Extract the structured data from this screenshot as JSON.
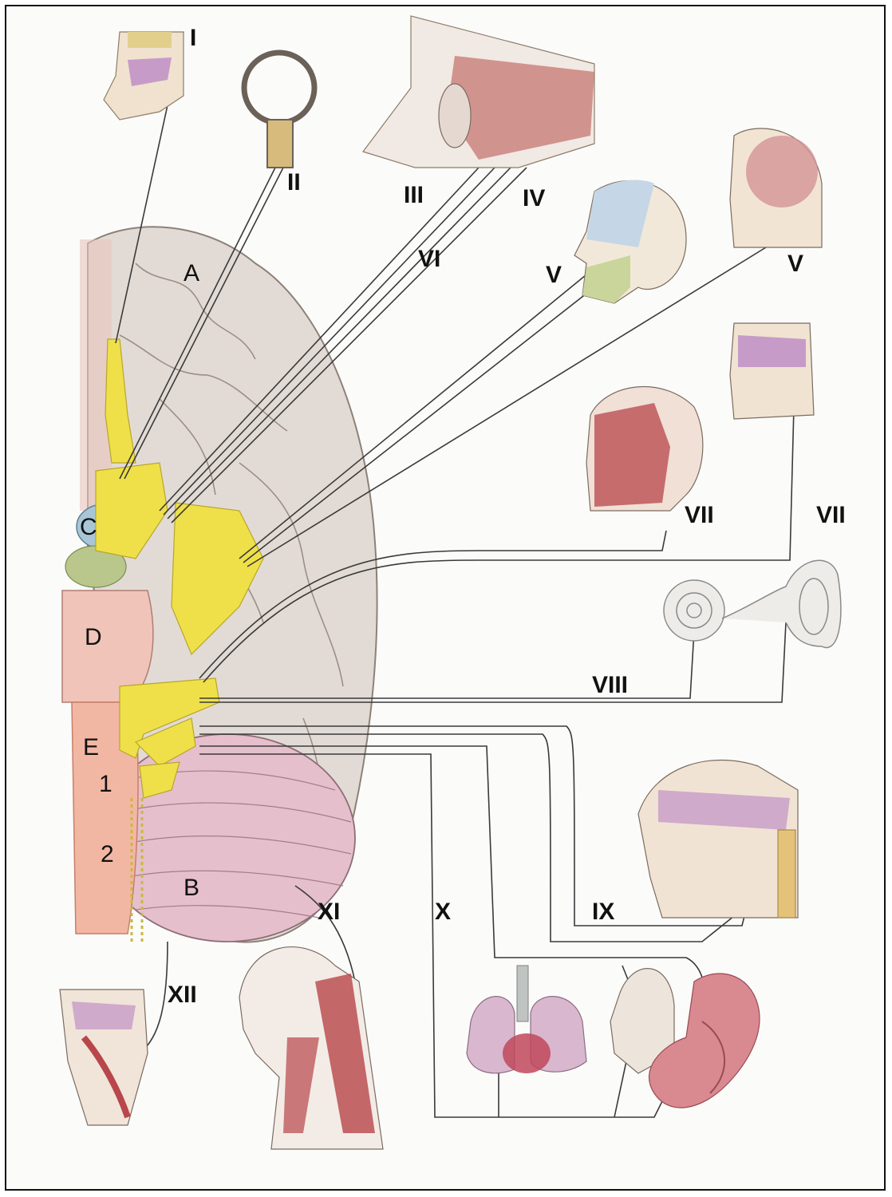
{
  "labels": {
    "I": "I",
    "II": "II",
    "III": "III",
    "IV": "IV",
    "V_face": "V",
    "V_head": "V",
    "VI": "VI",
    "VII_face": "VII",
    "VII_nose": "VII",
    "VIII": "VIII",
    "IX": "IX",
    "X": "X",
    "XI": "XI",
    "XII": "XII",
    "A": "A",
    "B": "B",
    "C": "C",
    "D": "D",
    "E": "E",
    "one": "1",
    "two": "2"
  },
  "colors": {
    "brain": "#e2dbd5",
    "nerve_root": "#efe04a",
    "cerebellum": "#e6bfcc",
    "brainstem": "#f0c4b9",
    "pituitary": "#a9c6d6",
    "muscle": "#b8464a",
    "mucosa": "#c79bc8"
  }
}
